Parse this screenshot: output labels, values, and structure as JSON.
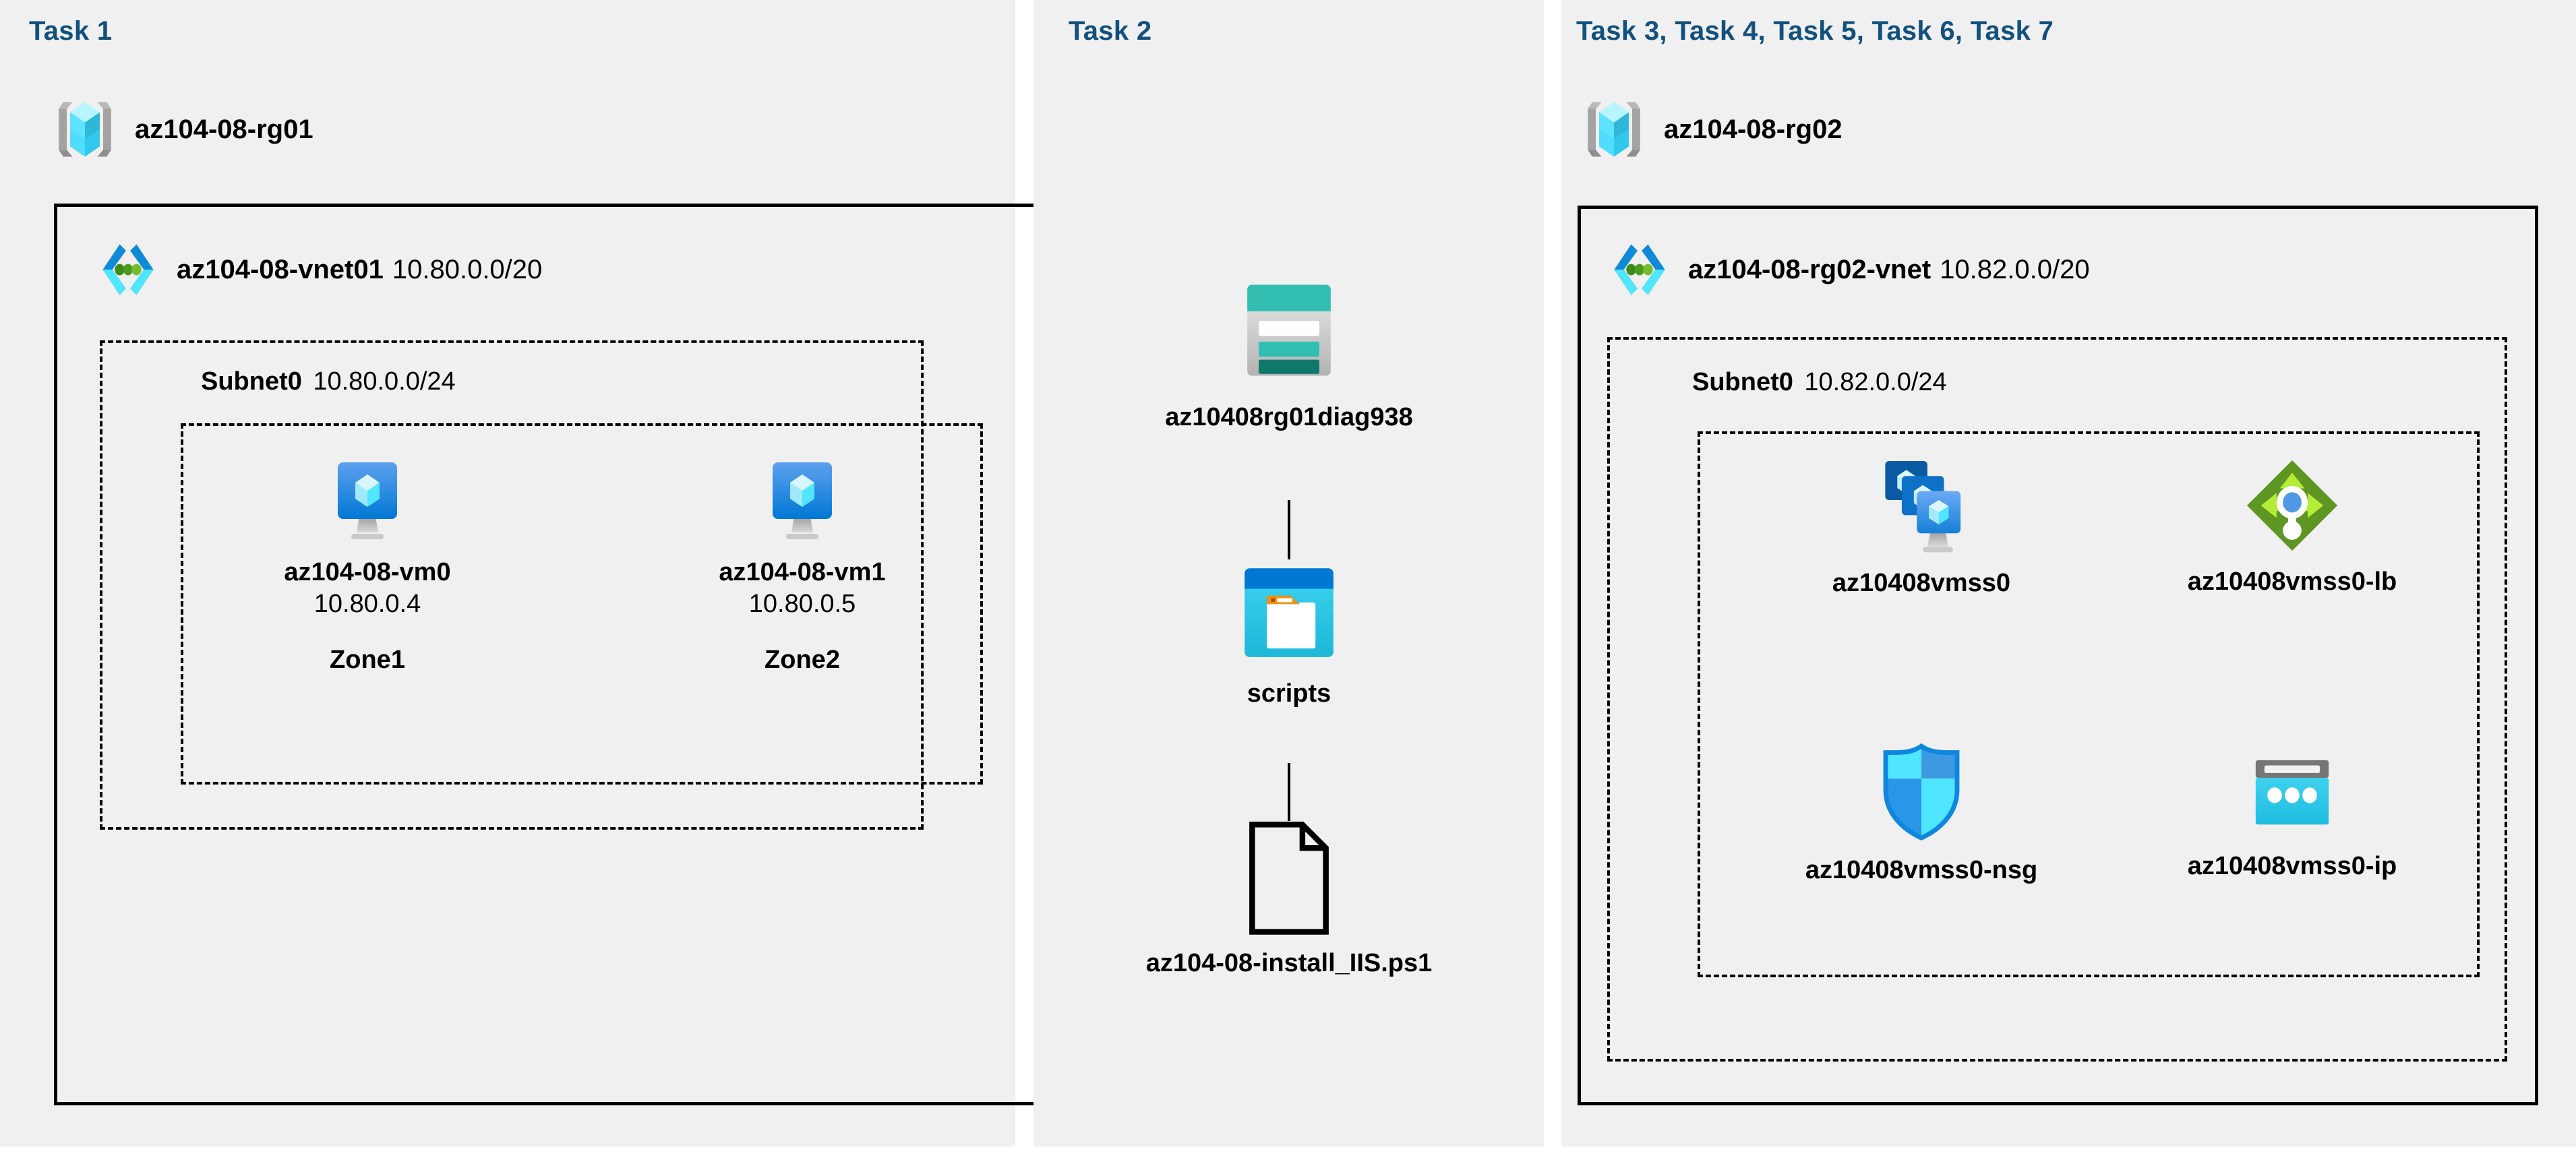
{
  "diagram": {
    "title": "Azure AZ-104 Lab 08 architecture",
    "background": "#ffffff",
    "panel_color": "#f0f0f0",
    "task_label_color": "#12507e",
    "line_color": "#000000"
  },
  "panels": [
    {
      "id": "task1",
      "task_label": "Task 1",
      "resource_group": {
        "name": "az104-08-rg01",
        "icon": "resource-group-icon"
      },
      "vnet": {
        "name": "az104-08-vnet01",
        "cidr": "10.80.0.0/20",
        "icon": "virtual-network-icon"
      },
      "subnet": {
        "name": "Subnet0",
        "cidr": "10.80.0.0/24"
      },
      "nodes": [
        {
          "name": "az104-08-vm0",
          "ip": "10.80.0.4",
          "zone": "Zone1",
          "icon": "virtual-machine-icon"
        },
        {
          "name": "az104-08-vm1",
          "ip": "10.80.0.5",
          "zone": "Zone2",
          "icon": "virtual-machine-icon"
        }
      ]
    },
    {
      "id": "task2",
      "task_label": "Task 2",
      "nodes": [
        {
          "name": "az10408rg01diag938",
          "icon": "storage-account-icon"
        },
        {
          "name": "scripts",
          "icon": "blob-container-icon"
        },
        {
          "name": "az104-08-install_IIS.ps1",
          "icon": "script-file-icon"
        }
      ]
    },
    {
      "id": "task3",
      "task_label": "Task 3, Task 4, Task 5, Task 6, Task 7",
      "resource_group": {
        "name": "az104-08-rg02",
        "icon": "resource-group-icon"
      },
      "vnet": {
        "name": "az104-08-rg02-vnet",
        "cidr": "10.82.0.0/20",
        "icon": "virtual-network-icon"
      },
      "subnet": {
        "name": "Subnet0",
        "cidr": "10.82.0.0/24"
      },
      "nodes": [
        {
          "name": "az10408vmss0",
          "icon": "vm-scale-set-icon"
        },
        {
          "name": "az10408vmss0-lb",
          "icon": "load-balancer-icon"
        },
        {
          "name": "az10408vmss0-nsg",
          "icon": "network-security-group-icon"
        },
        {
          "name": "az10408vmss0-ip",
          "icon": "public-ip-address-icon"
        }
      ]
    }
  ],
  "colors": {
    "azure_blue": "#0078d4",
    "azure_cyan": "#50e6ff",
    "teal": "#32bfb1",
    "teal_dark": "#10776b",
    "green": "#5e9624",
    "green_light": "#b4ec36",
    "gray": "#767676"
  }
}
